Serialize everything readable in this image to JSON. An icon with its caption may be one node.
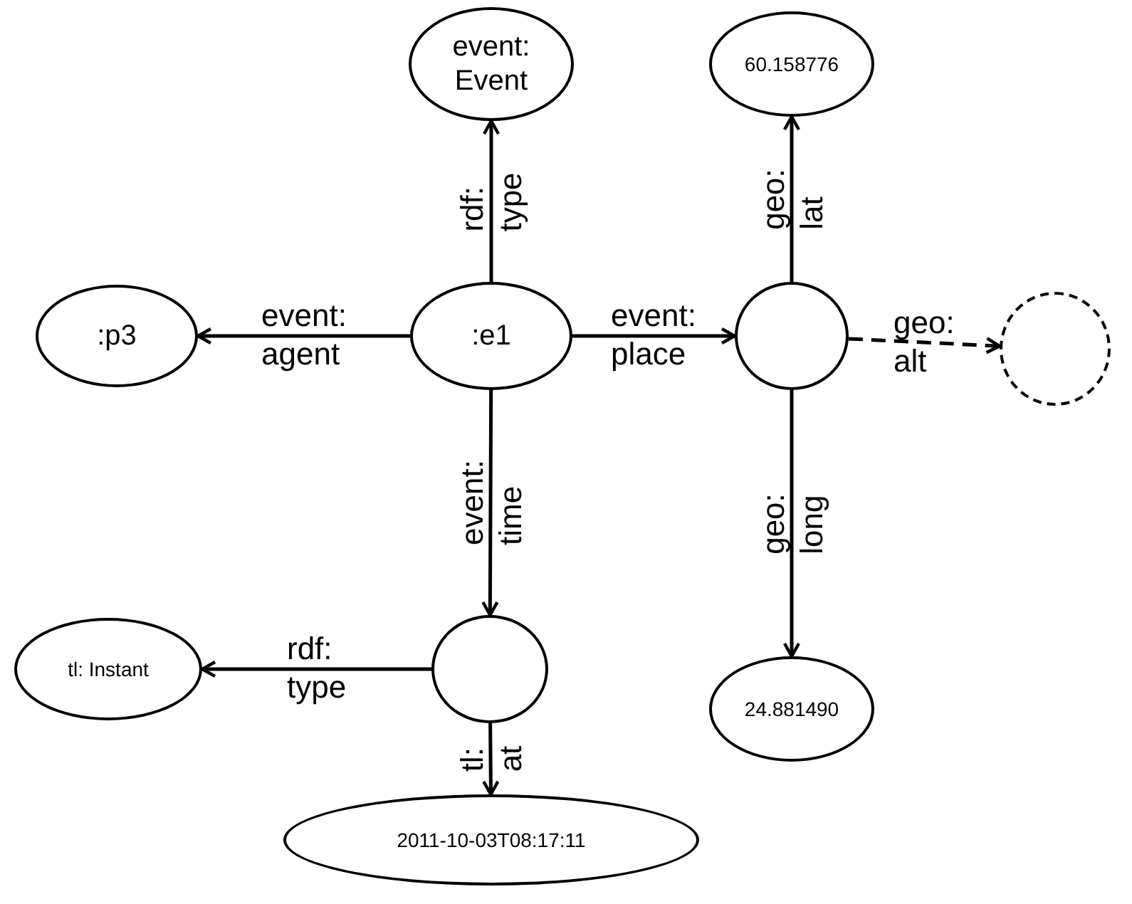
{
  "diagram": {
    "nodes": [
      {
        "text": [
          ":e1"
        ]
      },
      {
        "text": [
          "event: Event"
        ]
      },
      {
        "text": [
          ":p3"
        ]
      },
      {
        "text": [],
        "shape": "circle"
      },
      {
        "text": [
          "60.158776"
        ]
      },
      {
        "text": [],
        "shape": "circle"
      },
      {
        "text": [
          "24.881490"
        ]
      },
      {
        "text": [],
        "shape": "circle"
      },
      {
        "text": [
          "tl: Instant"
        ]
      },
      {
        "text": [
          "2011-10-03T08:17:11"
        ]
      }
    ],
    "edges": [
      {
        "from": 0,
        "to": 1,
        "arrow": "to",
        "label": "rdf: type"
      },
      {
        "from": 0,
        "to": 2,
        "arrow": "to",
        "label": "event: agent"
      },
      {
        "from": 0,
        "to": 3,
        "arrow": "to",
        "label": "event: place"
      },
      {
        "from": 0,
        "to": 7,
        "arrow": "to",
        "label": "event: time"
      },
      {
        "from": 3,
        "to": 4,
        "arrow": "to",
        "label": "geo: lat"
      },
      {
        "from": 3,
        "to": 5,
        "arrow": "to",
        "label": "geo: alt",
        "style": "dashed"
      },
      {
        "from": 3,
        "to": 6,
        "arrow": "to",
        "label": "geo: long"
      },
      {
        "from": 7,
        "to": 8,
        "arrow": "to",
        "label": "rdf: type"
      },
      {
        "from": 7,
        "to": 9,
        "arrow": "to",
        "label": "tl: at"
      }
    ]
  }
}
